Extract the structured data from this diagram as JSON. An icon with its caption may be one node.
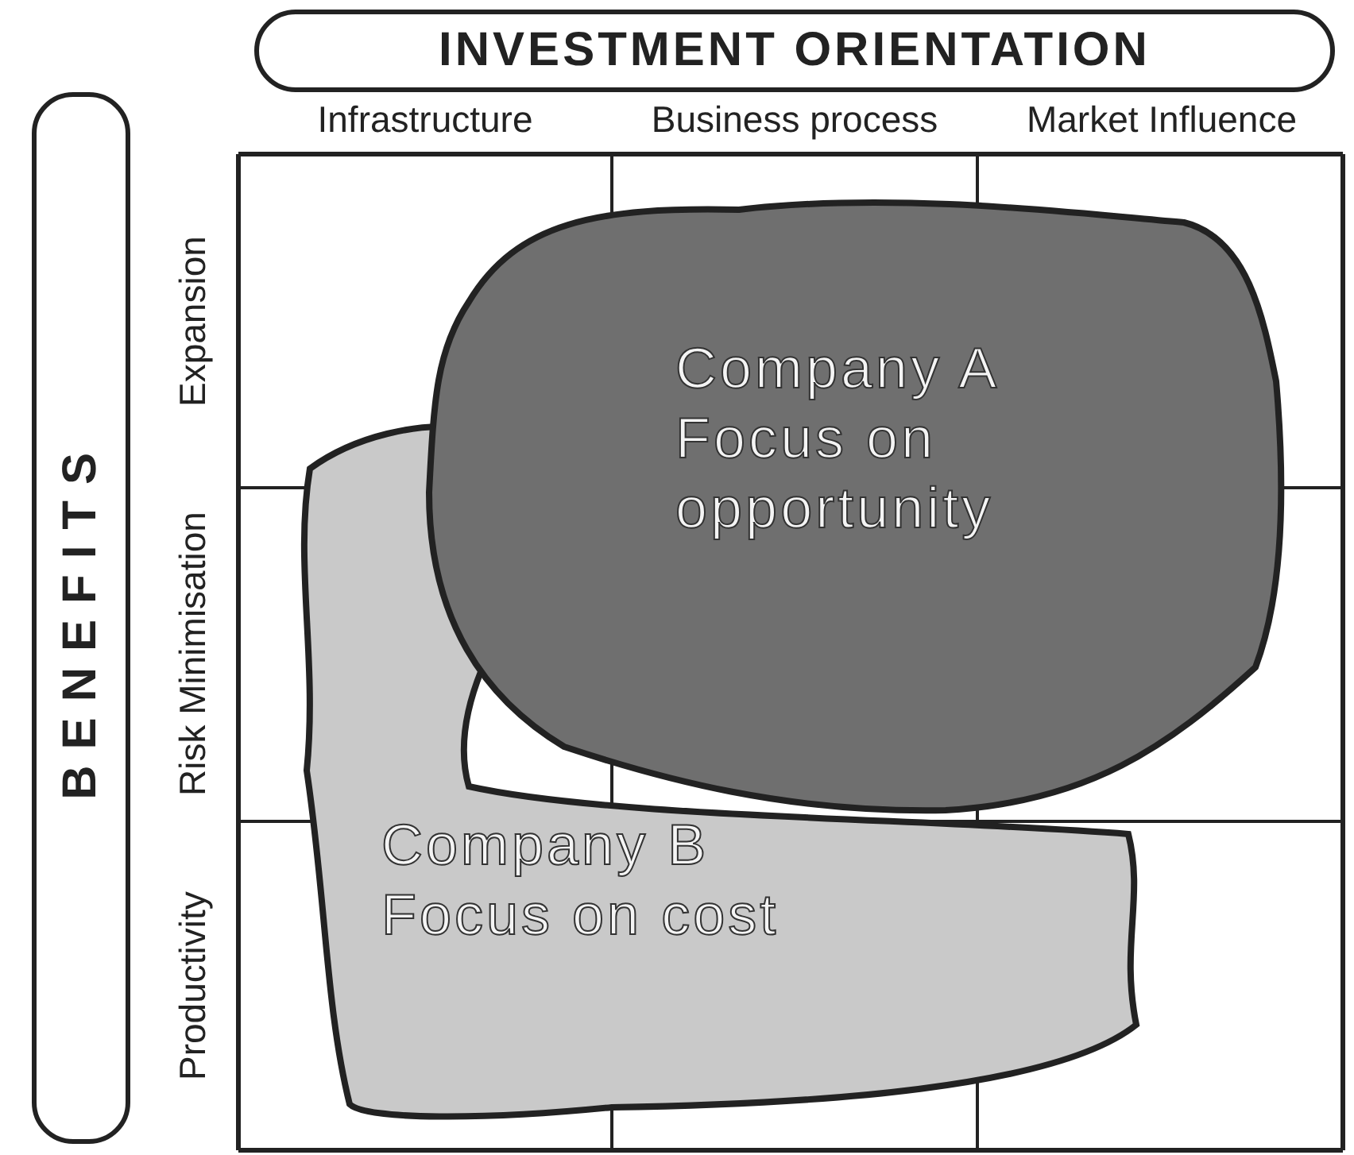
{
  "diagram": {
    "nodes": [
      {
        "text": [
          "INVESTMENT ORIENTATION"
        ]
      },
      {
        "text": [
          "BENEFITS"
        ]
      },
      {
        "text": [
          "Company B Focus on cost"
        ]
      },
      {
        "text": [
          "Company A Focus on opportunity"
        ]
      }
    ],
    "labels": [
      "Infrastructure",
      "Business process",
      "Market Influence",
      "Expansion",
      "Risk Minimisation",
      "Productivity"
    ]
  }
}
